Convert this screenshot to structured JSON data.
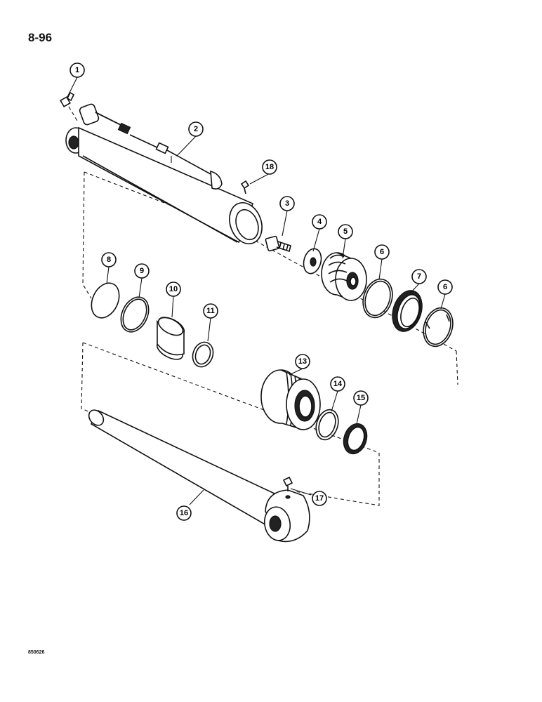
{
  "page": {
    "number": "8-96",
    "drawing_code": "850626"
  },
  "callouts": [
    {
      "id": "c1",
      "label": "1"
    },
    {
      "id": "c2",
      "label": "2"
    },
    {
      "id": "c3",
      "label": "3"
    },
    {
      "id": "c4",
      "label": "4"
    },
    {
      "id": "c5",
      "label": "5"
    },
    {
      "id": "c6a",
      "label": "6"
    },
    {
      "id": "c6b",
      "label": "6"
    },
    {
      "id": "c7",
      "label": "7"
    },
    {
      "id": "c8",
      "label": "8"
    },
    {
      "id": "c9",
      "label": "9"
    },
    {
      "id": "c10",
      "label": "10"
    },
    {
      "id": "c11",
      "label": "11"
    },
    {
      "id": "c13",
      "label": "13"
    },
    {
      "id": "c14",
      "label": "14"
    },
    {
      "id": "c15",
      "label": "15"
    },
    {
      "id": "c16",
      "label": "16"
    },
    {
      "id": "c17",
      "label": "17"
    },
    {
      "id": "c18",
      "label": "18"
    }
  ]
}
